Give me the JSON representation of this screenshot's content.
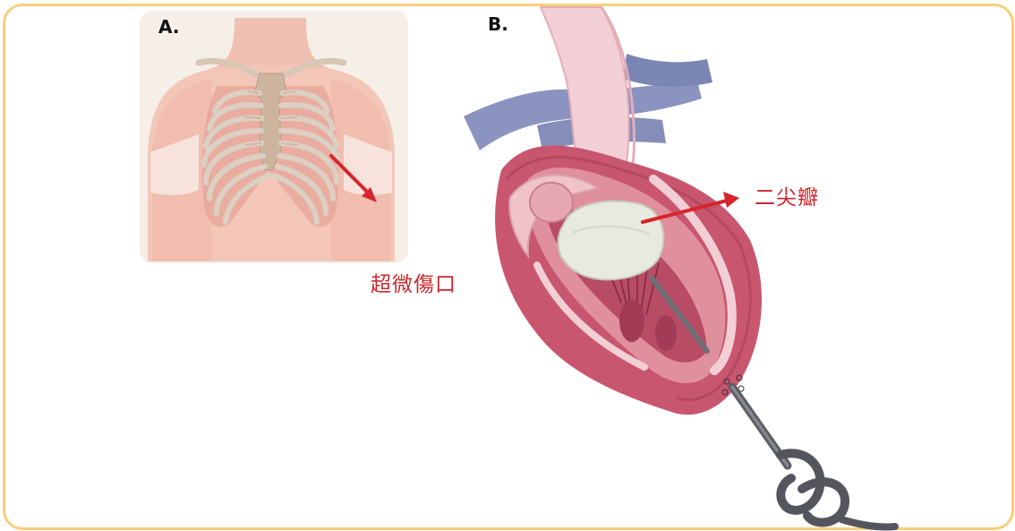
{
  "panels": {
    "a": {
      "letter": "A."
    },
    "b": {
      "letter": "B."
    }
  },
  "labels": {
    "incision": "超微傷口",
    "mitral_valve": "二尖瓣"
  },
  "colors": {
    "border": "#f7cf7a",
    "arrow": "#d6262b",
    "label": "#c9282d",
    "skin": "#f1c2b3",
    "heart": "#c9566f",
    "vessel": "#7b86b5"
  }
}
